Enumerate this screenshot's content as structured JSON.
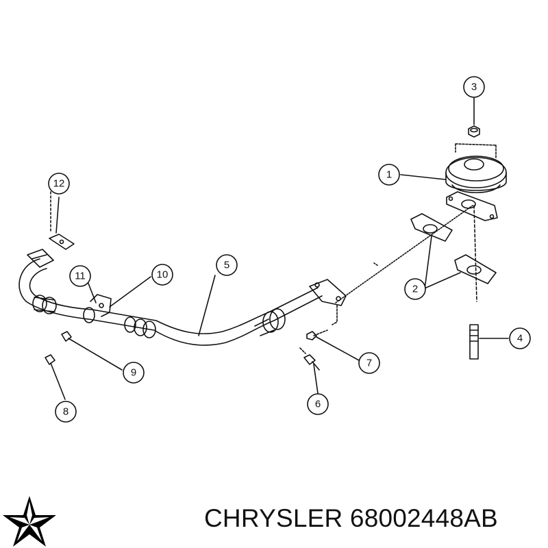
{
  "brand": {
    "name": "CHRYSLER",
    "part_number": "68002448AB",
    "logo_icon": "pentastar-logo-icon"
  },
  "callouts": [
    "1",
    "2",
    "3",
    "4",
    "5",
    "6",
    "7",
    "8",
    "9",
    "10",
    "11",
    "12"
  ],
  "colors": {
    "line": "#111111",
    "background": "#ffffff",
    "logo": "#000000"
  }
}
